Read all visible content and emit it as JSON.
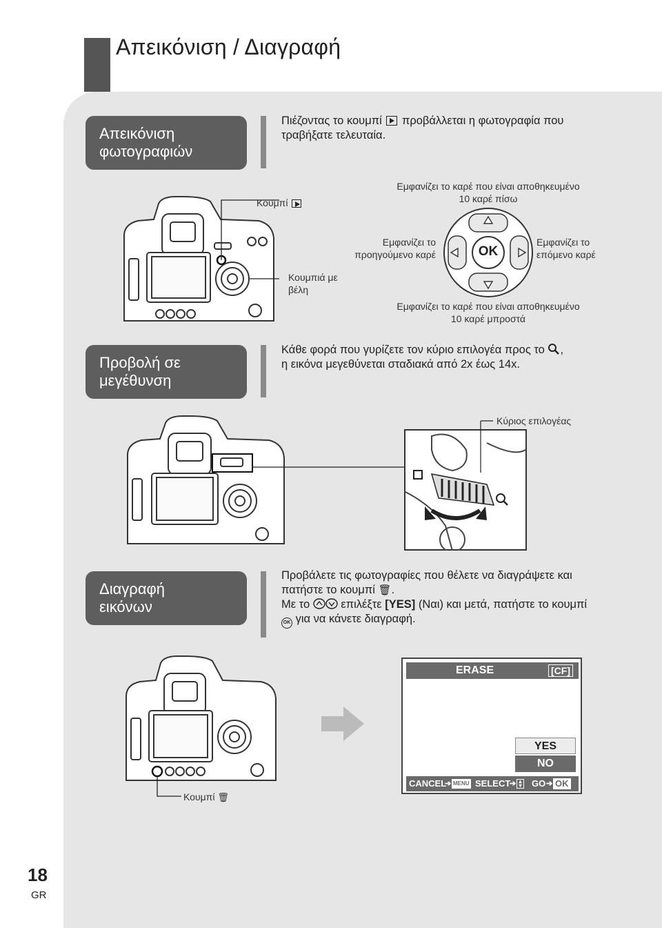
{
  "page": {
    "title": "Απεικόνιση / Διαγραφή",
    "number": "18",
    "lang": "GR"
  },
  "s1": {
    "label_line1": "Απεικόνιση",
    "label_line2": "φωτογραφιών",
    "text_before": "Πιέζοντας το κουμπί",
    "text_after": "προβάλλεται η φωτογραφία που",
    "text_line2": "τραβήξατε τελευταία.",
    "button_label": "Κουμπί",
    "arrows_label_1": "Κουμπιά με",
    "arrows_label_2": "βέλη",
    "up_1": "Εμφανίζει το καρέ που είναι αποθηκευμένο",
    "up_2": "10 καρέ πίσω",
    "left_1": "Εμφανίζει το",
    "left_2": "προηγούμενο καρέ",
    "right_1": "Εμφανίζει το",
    "right_2": "επόμενο καρέ",
    "down_1": "Εμφανίζει το καρέ που είναι αποθηκευμένο",
    "down_2": "10 καρέ μπροστά",
    "ok": "OK"
  },
  "s2": {
    "label_line1": "Προβολή σε",
    "label_line2": "μεγέθυνση",
    "text_line1": "Κάθε φορά που γυρίζετε τον κύριο επιλογέα προς το",
    "text_line1_end": ",",
    "text_line2": "η εικόνα μεγεθύνεται σταδιακά από 2x έως 14x.",
    "dial_label": "Κύριος επιλογέας"
  },
  "s3": {
    "label_line1": "Διαγραφή",
    "label_line2": "εικόνων",
    "text_line1": "Προβάλετε τις φωτογραφίες που θέλετε να διαγράψετε και",
    "text_line2": "πατήστε το κουμπί",
    "text_line2_end": ".",
    "text_line3_a": "Με το",
    "text_line3_b": "επιλέξτε",
    "text_line3_yes": "[YES]",
    "text_line3_c": "(Ναι) και μετά, πατήστε το κουμπί",
    "text_line4": "για να κάνετε διαγραφή.",
    "button_label": "Κουμπί",
    "ok_small": "OK"
  },
  "lcd": {
    "title": "ERASE",
    "card": "[CF]",
    "yes": "YES",
    "no": "NO",
    "cancel": "CANCEL",
    "menu": "MENU",
    "select": "SELECT",
    "go": "GO",
    "ok": "OK"
  },
  "colors": {
    "label_bg": "#5e5e5e",
    "panel_bg": "#e6e6e6",
    "bar": "#8a8a8a"
  }
}
